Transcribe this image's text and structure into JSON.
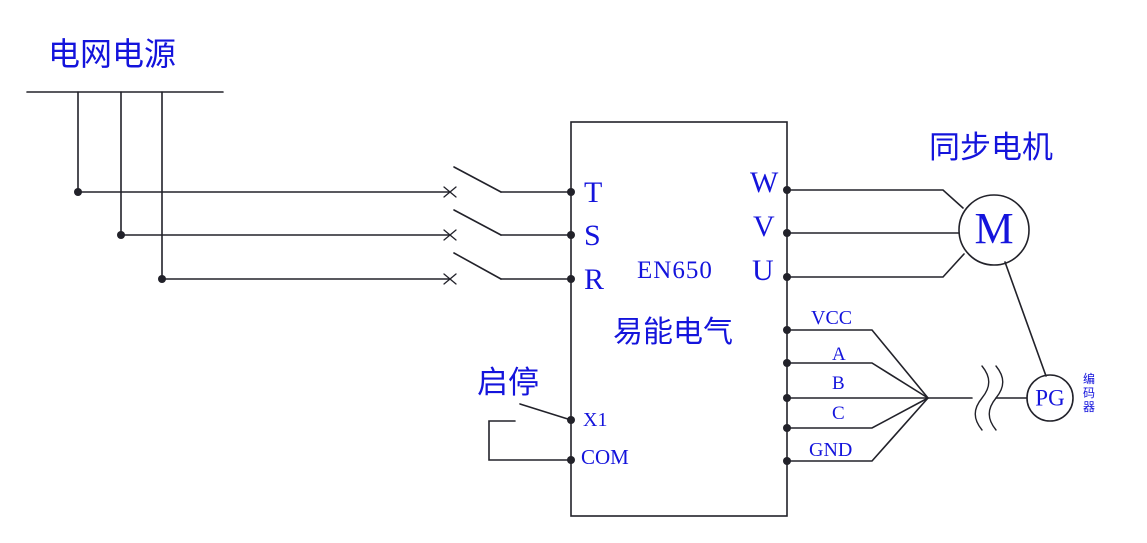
{
  "diagram_title": "EN650 inverter wiring diagram with synchronous motor and PG encoder",
  "colors": {
    "label_blue": "#1414dc",
    "wire_black": "#22222a",
    "background": "#ffffff"
  },
  "labels": {
    "grid_power": "电网电源",
    "start_stop": "启停",
    "motor_name": "同步电机",
    "motor_symbol": "M",
    "encoder_symbol": "PG",
    "encoder_name": "编码器",
    "inverter_model": "EN650",
    "inverter_brand": "易能电气"
  },
  "terminals": {
    "input": [
      "T",
      "S",
      "R"
    ],
    "output": [
      "W",
      "V",
      "U"
    ],
    "encoder_port": [
      "VCC",
      "A",
      "B",
      "C",
      "GND"
    ],
    "control": [
      "X1",
      "COM"
    ]
  }
}
